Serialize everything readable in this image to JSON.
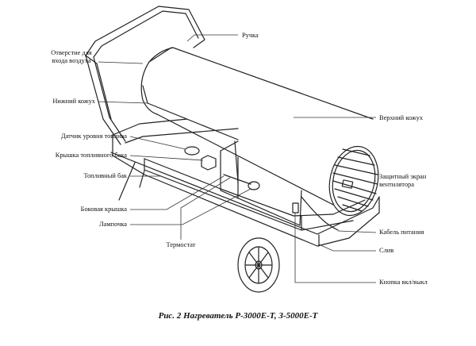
{
  "labels": {
    "handle": "Ручка",
    "air_inlet_1": "Отверстие для",
    "air_inlet_2": "входа воздуха",
    "lower_casing": "Нижний кожух",
    "upper_casing": "Верхний кожух",
    "fuel_level_sensor": "Датчик уровня топлива",
    "fuel_tank_cap": "Крышка топливного бака",
    "fuel_tank": "Топливный бак",
    "fan_guard_1": "Защитный экран",
    "fan_guard_2": "вентилятора",
    "side_cover": "Боковая крышка",
    "lamp": "Лампочка",
    "power_cable": "Кабель питания",
    "thermostat": "Термостат",
    "drain": "Слив",
    "power_button": "Кнопка вкл/выкл"
  },
  "caption": "Рис. 2  Нагреватель Р-3000Е-Т, З-5000Е-Т"
}
